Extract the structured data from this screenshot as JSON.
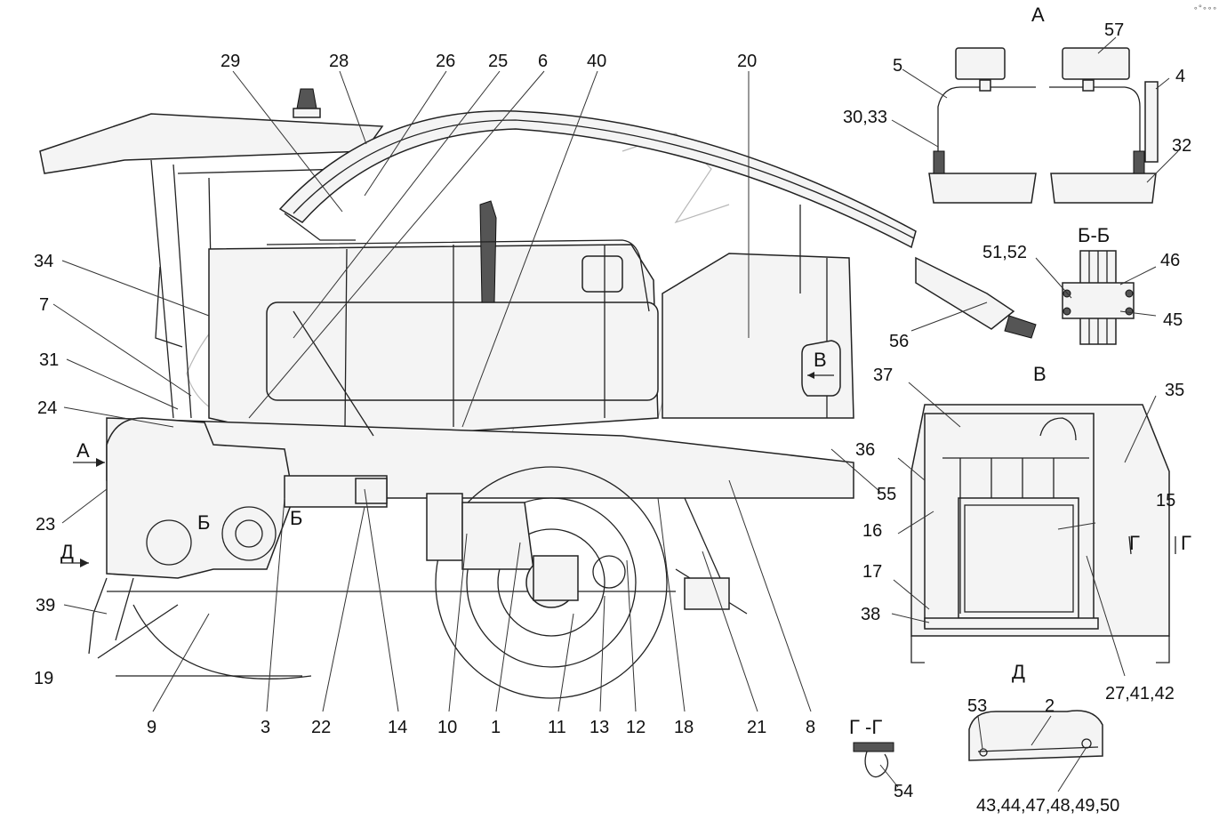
{
  "callouts": [
    "29",
    "28",
    "26",
    "25",
    "6",
    "40",
    "20",
    "34",
    "7",
    "31",
    "24",
    "23",
    "39",
    "19",
    "9",
    "3",
    "22",
    "14",
    "10",
    "1",
    "11",
    "13",
    "12",
    "18",
    "21",
    "8",
    "55",
    "56",
    "51,52",
    "46",
    "45",
    "37",
    "35",
    "36",
    "16",
    "15",
    "17",
    "38",
    "27,41,42",
    "57",
    "5",
    "4",
    "30,33",
    "32",
    "2",
    "53",
    "43,44,47,48,49,50",
    "54"
  ],
  "section_titles": {
    "view_a": "А",
    "view_b": "В",
    "view_d": "Д",
    "section_bb": "Б-Б",
    "section_gg": "Г -Г",
    "cut_g": "Г"
  },
  "view_markers": {
    "arrow_a": "А",
    "arrow_d": "Д",
    "b_left": "Б",
    "b_right": "Б",
    "v_marker": "В"
  },
  "corner_mark": "∘°∘∘∘"
}
